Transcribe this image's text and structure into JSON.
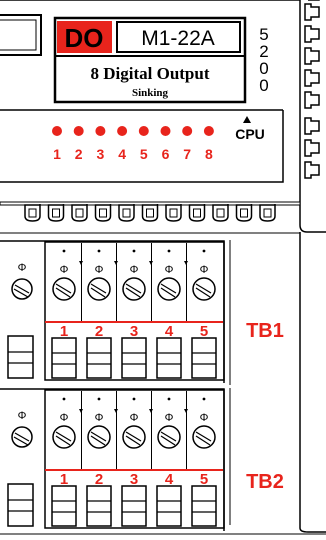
{
  "module": {
    "badge": "DO",
    "model": "M1-22A",
    "description": "8 Digital Output",
    "subtitle": "Sinking",
    "vertical_code": [
      "5",
      "2",
      "0",
      "0"
    ],
    "cpu_label": "CPU",
    "led_numbers": [
      "1",
      "2",
      "3",
      "4",
      "5",
      "6",
      "7",
      "8"
    ]
  },
  "terminal_blocks": [
    {
      "label": "TB1",
      "terminals": [
        "1",
        "2",
        "3",
        "4",
        "5"
      ]
    },
    {
      "label": "TB2",
      "terminals": [
        "1",
        "2",
        "3",
        "4",
        "5"
      ]
    }
  ],
  "colors": {
    "accent_red": "#e8241c",
    "outline": "#000000",
    "background": "#ffffff"
  }
}
